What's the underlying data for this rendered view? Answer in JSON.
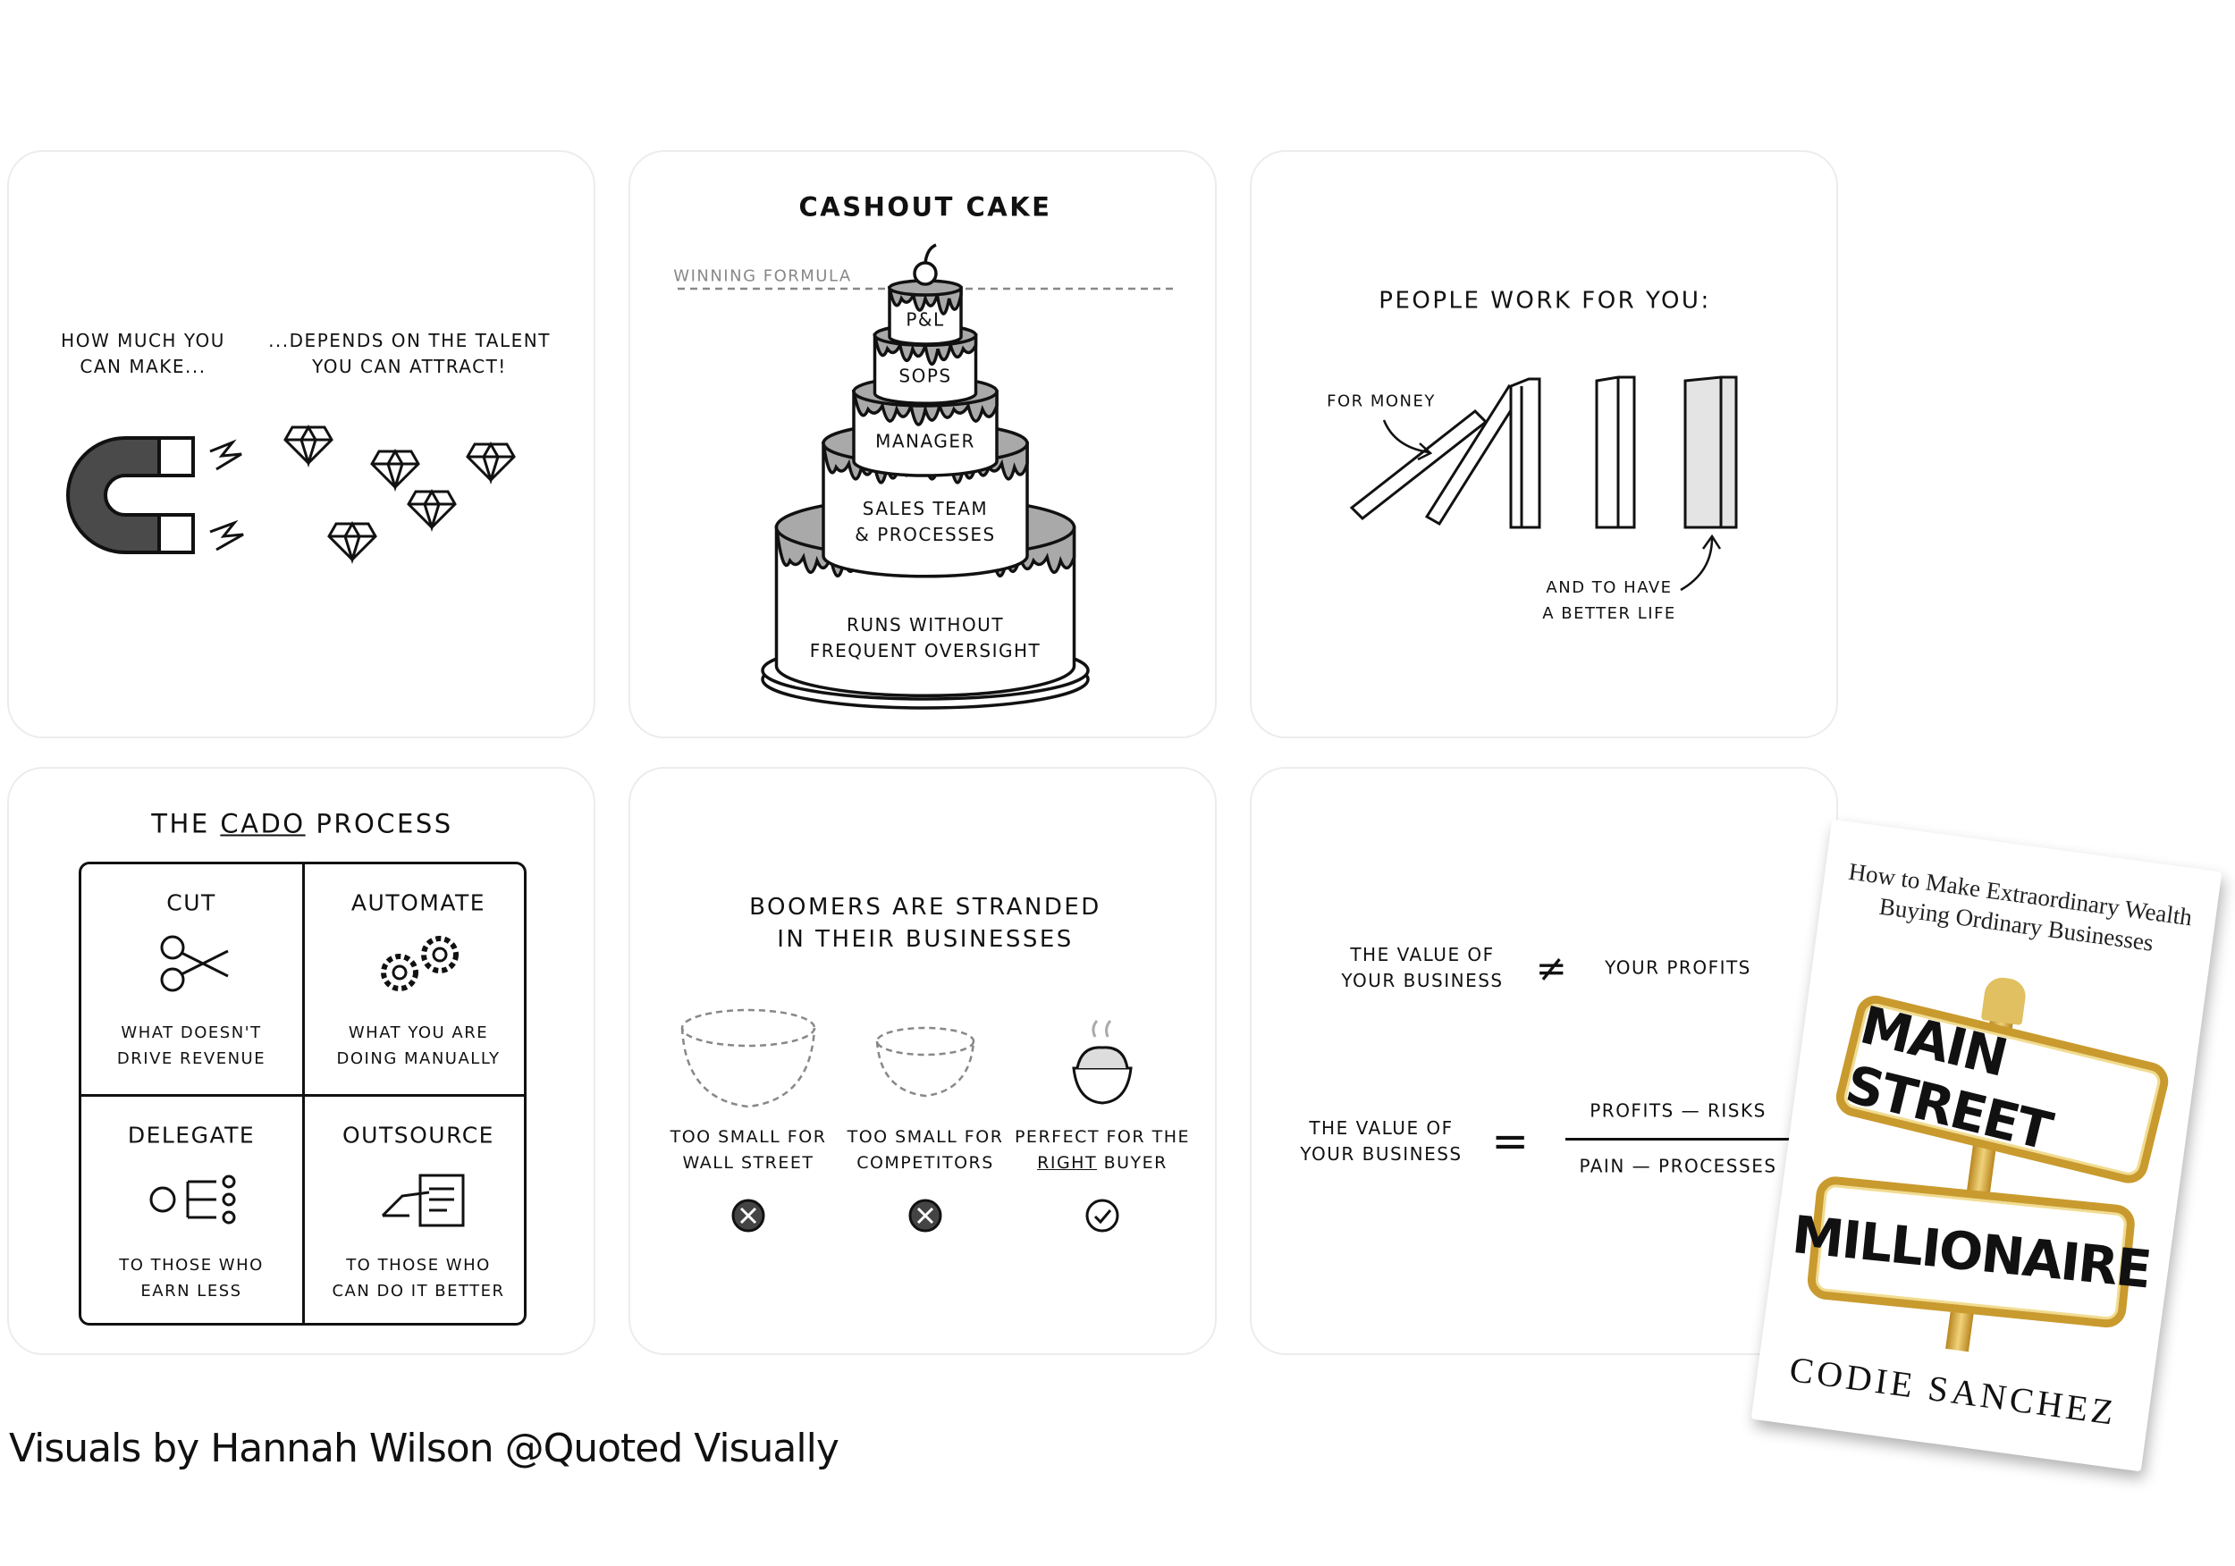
{
  "card_talent": {
    "left_text": [
      "HOW MUCH YOU",
      "CAN MAKE..."
    ],
    "right_text": [
      "...DEPENDS ON THE TALENT",
      "YOU CAN ATTRACT!"
    ]
  },
  "card_cake": {
    "title": "CASHOUT CAKE",
    "line_label": "WINNING FORMULA",
    "tiers": [
      "P&L",
      "SOPS",
      "MANAGER",
      "SALES TEAM",
      "& PROCESSES",
      "RUNS WITHOUT",
      "FREQUENT OVERSIGHT"
    ]
  },
  "card_people": {
    "title": "PEOPLE WORK FOR YOU:",
    "for_money": "FOR MONEY",
    "better_life": [
      "AND TO HAVE",
      "A BETTER LIFE"
    ]
  },
  "card_cado": {
    "title_pre": "THE ",
    "title_underlined": "CADO",
    "title_post": " PROCESS",
    "cells": [
      {
        "label": "CUT",
        "text": [
          "WHAT DOESN'T",
          "DRIVE REVENUE"
        ],
        "icon": "scissors-icon"
      },
      {
        "label": "AUTOMATE",
        "text": [
          "WHAT YOU ARE",
          "DOING MANUALLY"
        ],
        "icon": "gears-icon"
      },
      {
        "label": "DELEGATE",
        "text": [
          "TO THOSE WHO",
          "EARN LESS"
        ],
        "icon": "org-chart-icon"
      },
      {
        "label": "OUTSOURCE",
        "text": [
          "TO THOSE WHO",
          "CAN DO IT BETTER"
        ],
        "icon": "hand-document-icon"
      }
    ]
  },
  "card_boomers": {
    "title": [
      "BOOMERS ARE STRANDED",
      "IN THEIR BUSINESSES"
    ],
    "columns": [
      {
        "text": [
          "TOO SMALL FOR",
          "WALL STREET"
        ],
        "status": "x"
      },
      {
        "text": [
          "TOO SMALL FOR",
          "COMPETITORS"
        ],
        "status": "x"
      },
      {
        "text_1": "PERFECT FOR THE",
        "text_2_underlined": "RIGHT",
        "text_2_rest": " BUYER",
        "status": "check"
      }
    ]
  },
  "card_value": {
    "row1_left": [
      "THE VALUE OF",
      "YOUR BUSINESS"
    ],
    "row1_op": "≠",
    "row1_right": "YOUR PROFITS",
    "row2_left": [
      "THE VALUE OF",
      "YOUR BUSINESS"
    ],
    "row2_op": "=",
    "numerator": "PROFITS — RISKS",
    "denominator": "PAIN — PROCESSES"
  },
  "book": {
    "subtitle": [
      "How to Make Extraordinary Wealth",
      "Buying Ordinary Businesses"
    ],
    "title_1": "MAIN STREET",
    "title_2": "MILLIONAIRE",
    "author": "CODIE SANCHEZ",
    "gold": "#c99a2e"
  },
  "footer": "Visuals by Hannah Wilson @Quoted Visually",
  "colors": {
    "icing": "#a9a9a9",
    "magnet": "#4a4a4a",
    "ink": "#111111"
  }
}
